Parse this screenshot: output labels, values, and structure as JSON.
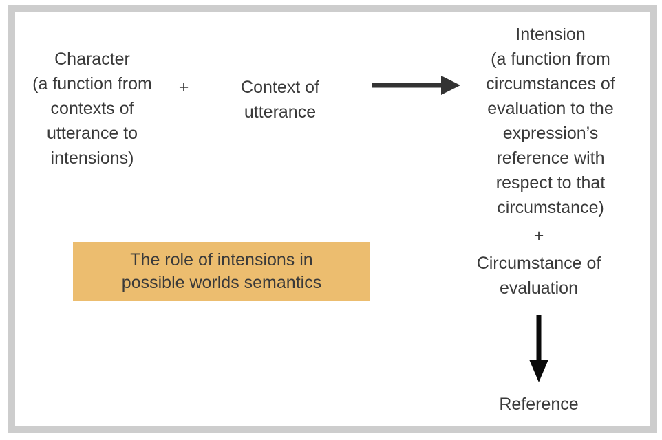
{
  "diagram": {
    "title": "The role of intensions in possible worlds semantics",
    "colors": {
      "page_background": "#ffffff",
      "frame_border": "#cdcdcd",
      "text": "#3a3a3a",
      "highlight_box_background": "#ecbd6f",
      "arrow_horizontal": "#333333",
      "arrow_vertical": "#0a0a0a"
    },
    "nodes": {
      "character_block": "Character\n(a function from\ncontexts of\nutterance to\nintensions)",
      "plus_1": "+",
      "context_block": "Context of\nutterance",
      "intension_block": "Intension\n(a function from\ncircumstances of\nevaluation to the\nexpression’s\nreference with\nrespect to that\ncircumstance)",
      "plus_2": "+",
      "circumstance_block": "Circumstance of\nevaluation",
      "reference_label": "Reference",
      "highlight_box_label": "The role of intensions in\npossible worlds semantics"
    }
  }
}
